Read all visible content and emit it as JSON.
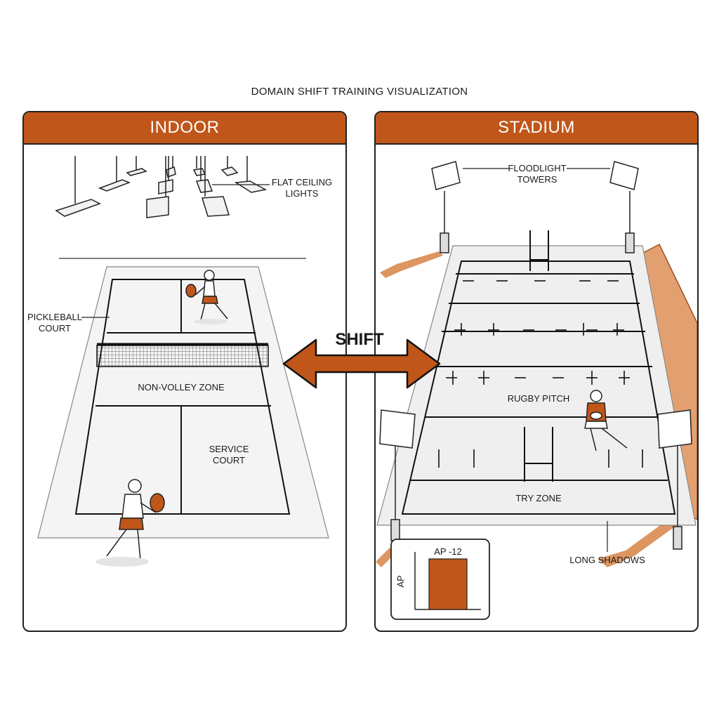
{
  "title": "DOMAIN SHIFT TRAINING VISUALIZATION",
  "left_panel": {
    "header": "INDOOR",
    "labels": {
      "lights_1": "FLAT CEILING",
      "lights_2": "LIGHTS",
      "court_1": "PICKLEBALL",
      "court_2": "COURT",
      "nvz": "NON-VOLLEY ZONE",
      "service_1": "SERVICE",
      "service_2": "COURT"
    }
  },
  "shift_label": "SHIFT",
  "right_panel": {
    "header": "STADIUM",
    "labels": {
      "flood_1": "FLOODLIGHT",
      "flood_2": "TOWERS",
      "pitch": "RUGBY PITCH",
      "try_zone": "TRY ZONE",
      "shadows": "LONG SHADOWS"
    },
    "inset": {
      "label": "AP -12",
      "axis": "AP",
      "value": -12
    }
  },
  "colors": {
    "accent": "#c0561a",
    "ink": "#1a1a1a",
    "shadow": "#d98a50",
    "wall": "#e2a070"
  }
}
